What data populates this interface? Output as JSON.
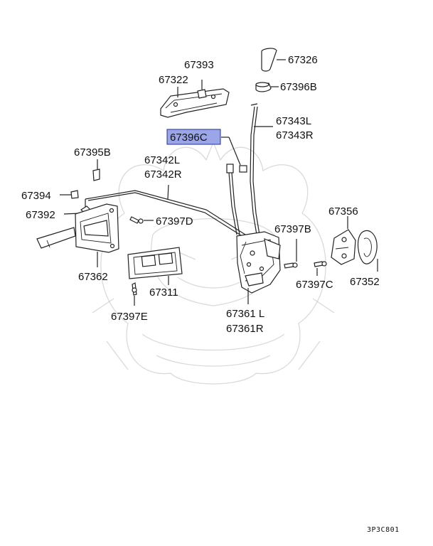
{
  "parts": [
    {
      "id": "p67393",
      "number": "67393"
    },
    {
      "id": "p67322",
      "number": "67322"
    },
    {
      "id": "p67326",
      "number": "67326"
    },
    {
      "id": "p67396B",
      "number": "67396B"
    },
    {
      "id": "p67343L",
      "number": "67343L"
    },
    {
      "id": "p67343R",
      "number": "67343R"
    },
    {
      "id": "p67396C",
      "number": "67396C",
      "highlighted": true
    },
    {
      "id": "p67395B",
      "number": "67395B"
    },
    {
      "id": "p67342L",
      "number": "67342L"
    },
    {
      "id": "p67342R",
      "number": "67342R"
    },
    {
      "id": "p67394",
      "number": "67394"
    },
    {
      "id": "p67392",
      "number": "67392"
    },
    {
      "id": "p67397D",
      "number": "67397D"
    },
    {
      "id": "p67356",
      "number": "67356"
    },
    {
      "id": "p67397B",
      "number": "67397B"
    },
    {
      "id": "p67362",
      "number": "67362"
    },
    {
      "id": "p67311",
      "number": "67311"
    },
    {
      "id": "p67397C",
      "number": "67397C"
    },
    {
      "id": "p67352",
      "number": "67352"
    },
    {
      "id": "p67397E",
      "number": "67397E"
    },
    {
      "id": "p67361L",
      "number": "67361 L"
    },
    {
      "id": "p67361R",
      "number": "67361R"
    }
  ],
  "diagram_code": "3P3C801",
  "colors": {
    "highlight_fill": "#9aa6e8",
    "highlight_stroke": "#2b2f8f",
    "line": "#222222",
    "watermark": "#bbbbbb"
  }
}
